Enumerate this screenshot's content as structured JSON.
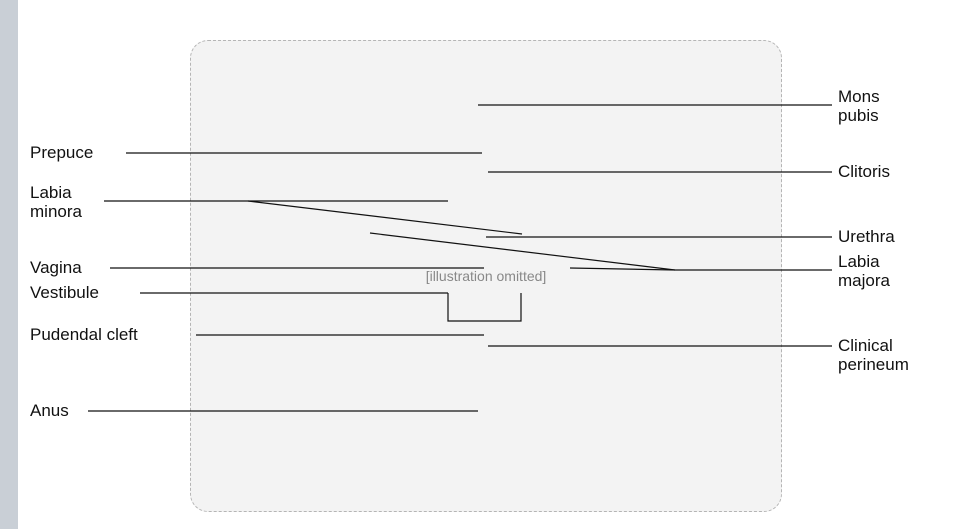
{
  "placeholder_note": "[illustration omitted]",
  "labels": {
    "mons_pubis": "Mons\npubis",
    "prepuce": "Prepuce",
    "clitoris": "Clitoris",
    "labia_minora": "Labia\nminora",
    "urethra": "Urethra",
    "vagina": "Vagina",
    "labia_majora": "Labia\nmajora",
    "vestibule": "Vestibule",
    "pudendal_cleft": "Pudendal cleft",
    "clinical_perineum": "Clinical\nperineum",
    "anus": "Anus"
  }
}
